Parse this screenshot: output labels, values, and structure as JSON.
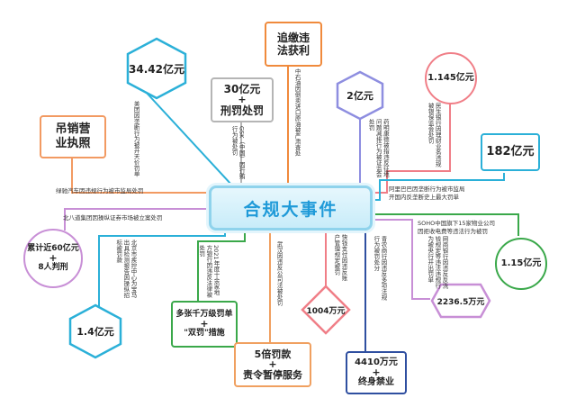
{
  "center": {
    "title": "合规大事件"
  },
  "nodes": {
    "n_3442": {
      "label": "34.42亿元",
      "color": "#2bb0d8"
    },
    "n_diaoxiao": {
      "line1": "吊销营",
      "line2": "业执照",
      "color": "#f29a62"
    },
    "n_30yi": {
      "line1": "30亿元",
      "plus": "+",
      "line2": "刑罚处罚",
      "color": "#b5b5b5"
    },
    "n_zhuijiao": {
      "line1": "追缴违",
      "line2": "法获利",
      "color": "#f08a3c"
    },
    "n_2yi": {
      "label": "2亿元",
      "color": "#8e8ee0"
    },
    "n_1145": {
      "label": "1.145亿元",
      "color": "#f07e87"
    },
    "n_182": {
      "label": "182亿元",
      "color": "#2bb0d8"
    },
    "n_60yi": {
      "line1": "累计近60亿元",
      "plus": "+",
      "line2": "8人判刑",
      "color": "#c88fd6"
    },
    "n_14": {
      "label": "1.4亿元",
      "color": "#2bb0d8"
    },
    "n_fadan": {
      "line1": "多张千万级罚单",
      "plus": "+",
      "line2": "\"双罚\"措施",
      "color": "#3aa84a"
    },
    "n_5bei": {
      "line1": "5倍罚款",
      "plus": "+",
      "line2": "责令暂停服务",
      "color": "#f0a060"
    },
    "n_1004": {
      "label": "1004万元",
      "color": "#f07e87"
    },
    "n_4410": {
      "line1": "4410万元",
      "plus": "+",
      "line2": "终身禁业",
      "color": "#2f4fa0"
    },
    "n_115": {
      "label": "1.15亿元",
      "color": "#3aa84a"
    },
    "n_22365": {
      "label": "2236.5万元",
      "color": "#c88fd6"
    }
  },
  "labels": {
    "meituan": "美团因垄断行为被开天价罚单",
    "gsk": "GSK（中国）因行贿行为被处罚",
    "zhongshiyou": "中石油因倒卖进口原油被严肃查处",
    "yaoming": "药明康德被指违反征地问题减排行为被证监会处罚",
    "minsheng": "民生银行因理财业务违规被银保监会处罚",
    "lvsi": "绿驰汽车因违规行为被市监局处罚",
    "beiba": "北八道集团因操纵证券市场被立案处罚",
    "alibaba1": "阿里巴巴因垄断行为被市监局",
    "alibaba2": "开国内反垄断史上最大罚单",
    "soho1": "SOHO中国旗下15家物业公司",
    "soho2": "因拒收电费等违法行为被罚",
    "wangshang": "网商银行因违反反洗钱规定等违法违规行为被央行开出罚单",
    "beijing": "北京市疾控中心为宝马出具检测报告因操纵招标被罚款",
    "shiyi": "2021年度十余家地方银行因违反法律被处罚",
    "wuhan": "武汉因违反公司法被处罚",
    "kuaiqian": "快钱支付因违反账户管理规定被罚",
    "qingnong": "青农商行因违反多项法规行为被罚处分"
  }
}
